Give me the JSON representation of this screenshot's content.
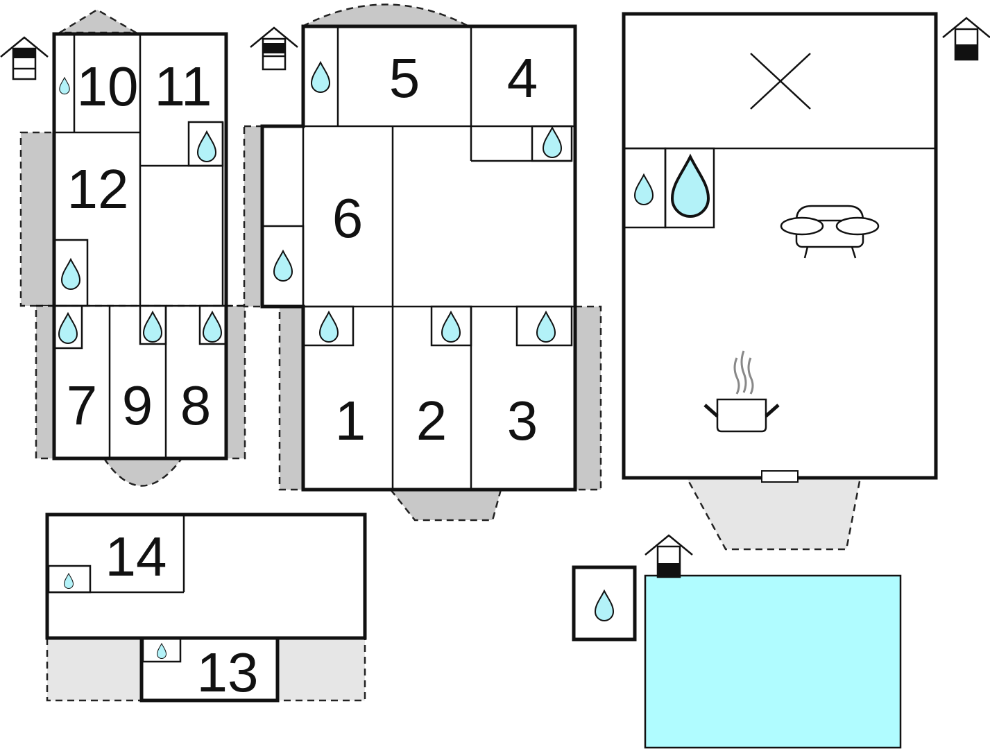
{
  "rooms": {
    "r1": "1",
    "r2": "2",
    "r3": "3",
    "r4": "4",
    "r5": "5",
    "r6": "6",
    "r7": "7",
    "r8": "8",
    "r9": "9",
    "r10": "10",
    "r11": "11",
    "r12": "12",
    "r13": "13",
    "r14": "14"
  },
  "icons": {
    "bathroom": "water-drop-icon",
    "floor_level": "house-floor-icon",
    "living": "sofa-icon",
    "kitchen": "cooking-pot-icon",
    "open_space": "cross-mark-icon"
  },
  "colors": {
    "water": "#b3f2f8",
    "pool": "#b0fcff",
    "terrace": "#c8c8c8",
    "terrace_light": "#e6e6e6"
  }
}
